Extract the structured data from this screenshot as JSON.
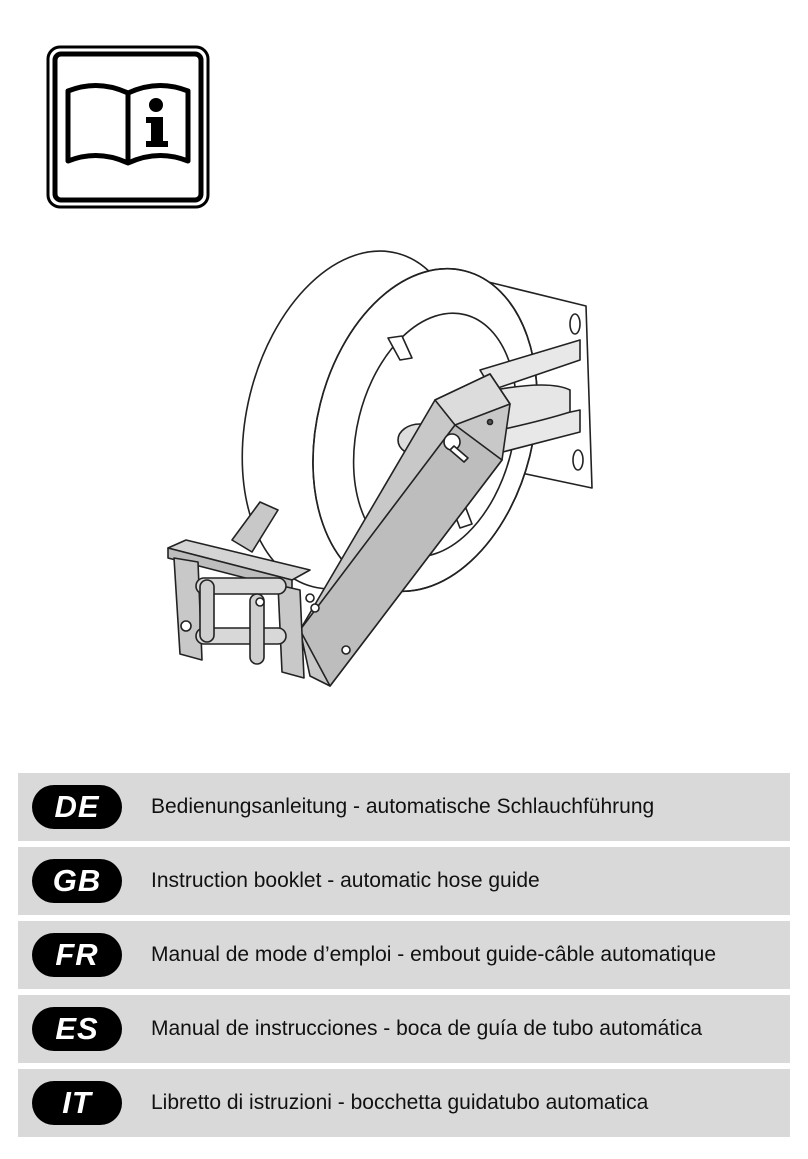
{
  "icon": {
    "name": "read-manual-info-icon"
  },
  "illustration": {
    "name": "hose-reel-icon"
  },
  "languages": [
    {
      "code": "DE",
      "text": "Bedienungsanleitung - automatische Schlauchführung"
    },
    {
      "code": "GB",
      "text": "Instruction booklet - automatic hose guide"
    },
    {
      "code": "FR",
      "text": "Manual de mode d’emploi - embout guide-câble automatique"
    },
    {
      "code": "ES",
      "text": "Manual de instrucciones - boca de guía de tubo automática"
    },
    {
      "code": "IT",
      "text": "Libretto di istruzioni - bocchetta guidatubo automatica"
    }
  ],
  "colors": {
    "band": "#d9d9d9",
    "badge": "#000000",
    "badge_text": "#ffffff"
  }
}
